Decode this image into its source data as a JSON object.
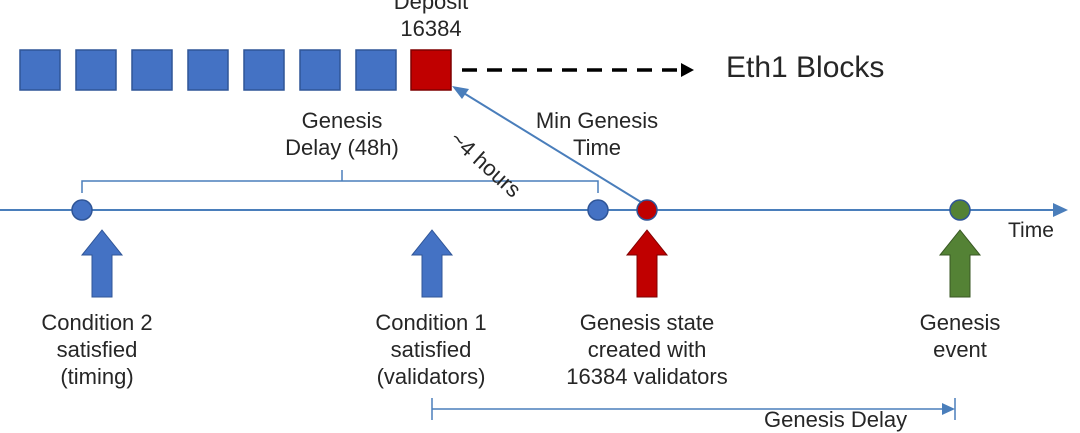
{
  "deposit_label": [
    "Deposit",
    "16384"
  ],
  "eth1_label": "Eth1 Blocks",
  "time_label": "Time",
  "four_hours_label": "~4 hours",
  "genesis_delay_label": [
    "Genesis",
    "Delay (48h)"
  ],
  "min_genesis_time_label": [
    "Min Genesis",
    "Time"
  ],
  "condition2_label": [
    "Condition 2",
    "satisfied",
    "(timing)"
  ],
  "condition1_label": [
    "Condition 1",
    "satisfied",
    "(validators)"
  ],
  "genesis_state_label": [
    "Genesis state",
    "created with",
    "16384 validators"
  ],
  "genesis_event_label": [
    "Genesis",
    "event"
  ],
  "bottom_delay_label": "Genesis Delay",
  "eth1_block_count": 8,
  "colors": {
    "block_blue": "#4472c4",
    "block_border": "#2f5597",
    "deposit_red": "#c00000",
    "deposit_border": "#7f0000",
    "line_blue": "#4a7ebb",
    "arrow_blue": "#4472c4",
    "arrow_red": "#c00000",
    "arrow_green": "#548235",
    "text": "#262626"
  }
}
